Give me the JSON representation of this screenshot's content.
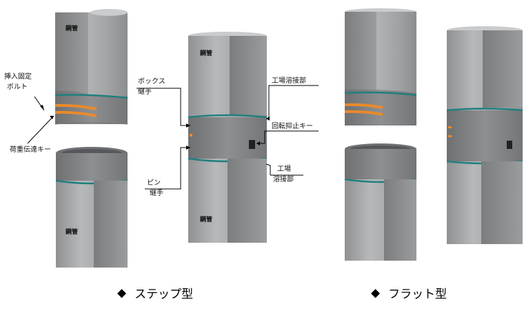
{
  "labels": {
    "steel_pipe": "鋼管",
    "insert_bolt_line1": "挿入固定",
    "insert_bolt_line2": "ボルト",
    "load_key": "荷重伝達キー",
    "box_joint_line1": "ボックス",
    "box_joint_line2": "継手",
    "factory_weld_top": "工場溶接部",
    "anti_rotation_key": "回転抑止キー",
    "pin_joint_line1": "ピン",
    "pin_joint_line2": "継手",
    "factory_weld_bottom_line1": "工場",
    "factory_weld_bottom_line2": "溶接部"
  },
  "captions": {
    "bullet": "◆",
    "step_type": "ステップ型",
    "flat_type": "フラット型"
  },
  "colors": {
    "pipe": "#a4a6a8",
    "pipe_dark": "#8a8c8e",
    "pipe_light": "#c2c4c6",
    "weld_band": "#1f7f7f",
    "orange": "#e98a2c"
  }
}
